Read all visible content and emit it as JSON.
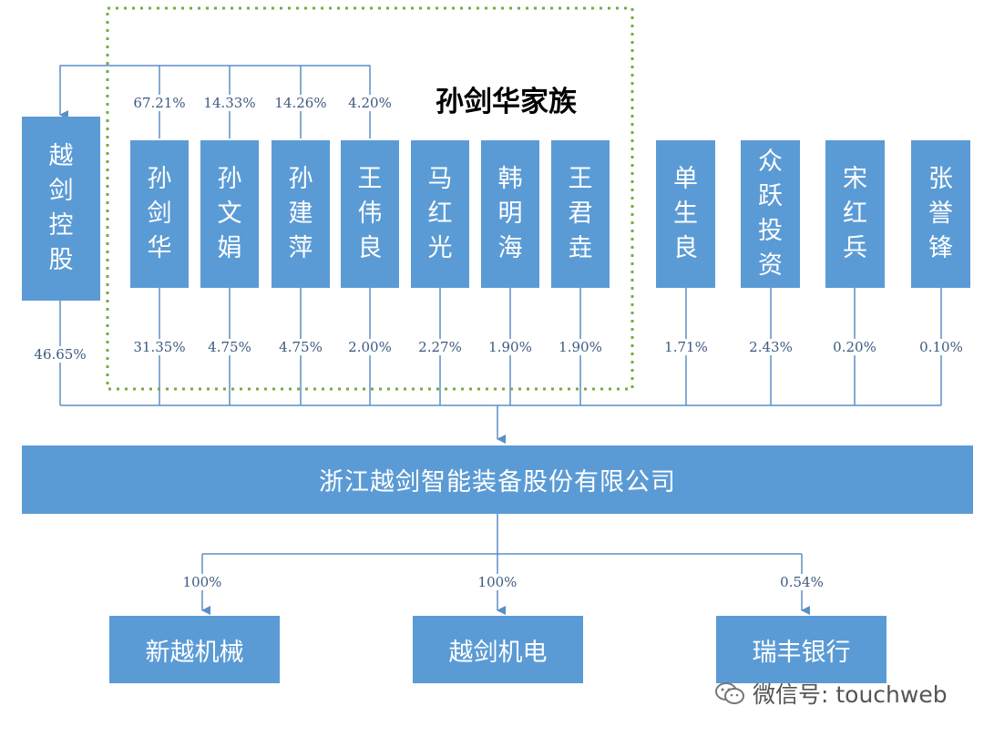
{
  "family_label": "孙剑华家族",
  "holding_company": {
    "name": "越剑控股",
    "share": "46.65%"
  },
  "family_members": [
    {
      "name": "孙剑华",
      "share": "31.35%",
      "holding_share": "67.21%"
    },
    {
      "name": "孙文娟",
      "share": "4.75%",
      "holding_share": "14.33%"
    },
    {
      "name": "孙建萍",
      "share": "4.75%",
      "holding_share": "14.26%"
    },
    {
      "name": "王伟良",
      "share": "2.00%",
      "holding_share": "4.20%"
    },
    {
      "name": "马红光",
      "share": "2.27%"
    },
    {
      "name": "韩明海",
      "share": "1.90%"
    },
    {
      "name": "王君垚",
      "share": "1.90%"
    }
  ],
  "other_holders": [
    {
      "name": "单生良",
      "share": "1.71%"
    },
    {
      "name": "众跃投资",
      "share": "2.43%"
    },
    {
      "name": "宋红兵",
      "share": "0.20%"
    },
    {
      "name": "张誉锋",
      "share": "0.10%"
    }
  ],
  "main_company": "浙江越剑智能装备股份有限公司",
  "subsidiaries": [
    {
      "name": "新越机械",
      "share": "100%"
    },
    {
      "name": "越剑机电",
      "share": "100%"
    },
    {
      "name": "瑞丰银行",
      "share": "0.54%"
    }
  ],
  "watermark": "微信号: touchweb",
  "colors": {
    "box": "#5b9bd5",
    "line": "#5b8fc7",
    "family_border": "#7aa84a"
  }
}
